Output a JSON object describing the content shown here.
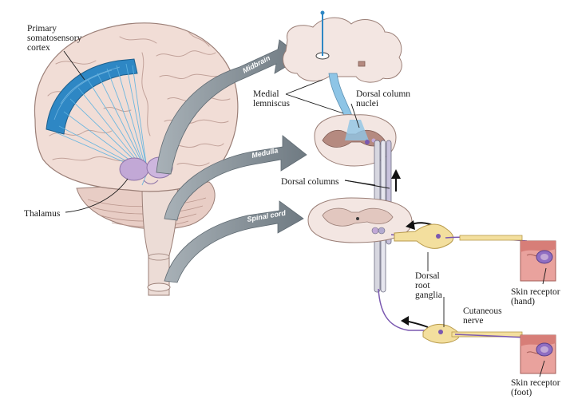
{
  "colors": {
    "brain": "#f1ddd6",
    "brain_outline": "#9b7f77",
    "cortex_band": "#2e87c4",
    "thalamus": "#c2a8d6",
    "grey_matter": "#b58a80",
    "cord_section": "#f3e6e2",
    "arrow": "#7c878f",
    "ganglion": "#f3df9e",
    "nerve": "#7a58b0",
    "skin": "#e9a29d",
    "pathway": "#8ec5e6"
  },
  "icons": [
    "arrow-up-icon",
    "curved-arrow-left-icon"
  ],
  "labels": {
    "cortex": "Primary\nsomatosensory\ncortex",
    "thalamus": "Thalamus",
    "medial_lemniscus": "Medial\nlemniscus",
    "dorsal_column_nuclei": "Dorsal column\nnuclei",
    "dorsal_columns": "Dorsal columns",
    "dorsal_root_ganglia": "Dorsal\nroot\nganglia",
    "cutaneous_nerve": "Cutaneous\nnerve",
    "skin_hand": "Skin receptor\n(hand)",
    "skin_foot": "Skin receptor\n(foot)"
  },
  "arrow_labels": {
    "midbrain": "Midbrain",
    "medulla": "Medulla",
    "spinal_cord": "Spinal cord"
  }
}
